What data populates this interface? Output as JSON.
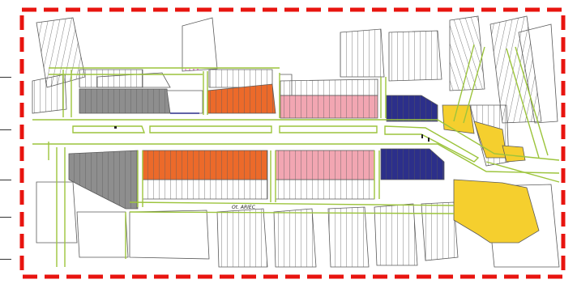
{
  "map": {
    "street_label": "Ot. ARIEC",
    "colors": {
      "frame_dash": "#e8140f",
      "road_edge": "#9cc43c",
      "parcel_line": "#5a5a5a",
      "block_gray": "#8e8e8e",
      "block_orange": "#ec6a2a",
      "block_pink": "#f2a6b2",
      "block_navy": "#2c2f8a",
      "block_yellow": "#f5cf2e"
    },
    "zones": [
      "gray",
      "orange",
      "pink",
      "navy",
      "yellow"
    ]
  }
}
